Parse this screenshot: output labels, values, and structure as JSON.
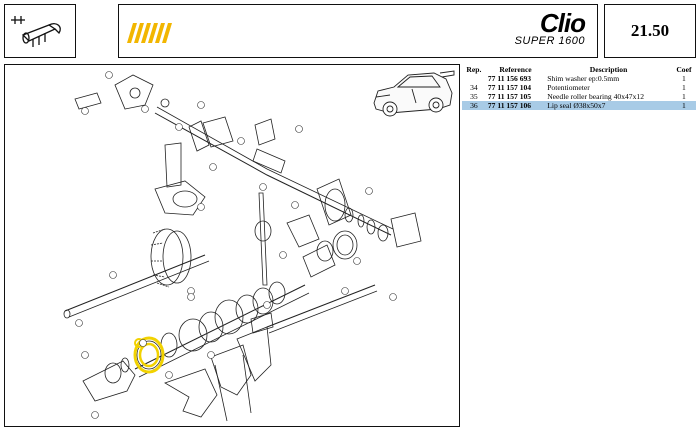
{
  "header": {
    "brand": "Clio",
    "brand_sub": "SUPER 1600",
    "page_number": "21.50"
  },
  "parts_table": {
    "headers": [
      "Rep.",
      "Reference",
      "Description",
      "Coef"
    ],
    "rows": [
      {
        "rep": "",
        "reference": "77 11 156 693",
        "description": "Shim washer ep:0.5mm",
        "coef": "1",
        "selected": false
      },
      {
        "rep": "34",
        "reference": "77 11 157 104",
        "description": "Potentiometer",
        "coef": "1",
        "selected": false
      },
      {
        "rep": "35",
        "reference": "77 11 157 105",
        "description": "Needle roller bearing 40x47x12",
        "coef": "1",
        "selected": false
      },
      {
        "rep": "36",
        "reference": "77 11 157 106",
        "description": "Lip seal Ø38x50x7",
        "coef": "1",
        "selected": true
      }
    ]
  },
  "diagram": {
    "highlight_color": "#f2d200",
    "highlighted_part": "36"
  }
}
